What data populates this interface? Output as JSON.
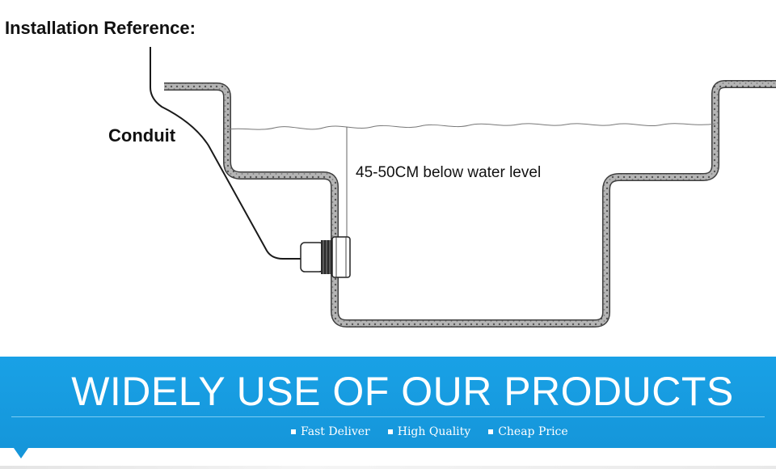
{
  "diagram": {
    "title": "Installation Reference:",
    "labels": {
      "conduit": "Conduit",
      "depth": "45-50CM below water level"
    },
    "colors": {
      "wall_fill": "#a9a9a9",
      "wall_outline": "#444444",
      "water_line": "#777777",
      "conduit": "#1a1a1a"
    },
    "icons": [
      "pool-wall",
      "water-surface",
      "pool-light-fixture",
      "conduit-cable"
    ]
  },
  "banner": {
    "heading": "WIDELY USE OF OUR PRODUCTS",
    "features": [
      "Fast Deliver",
      "High Quality",
      "Cheap Price"
    ],
    "colors": {
      "background": "#1596da",
      "text": "#ffffff"
    }
  }
}
